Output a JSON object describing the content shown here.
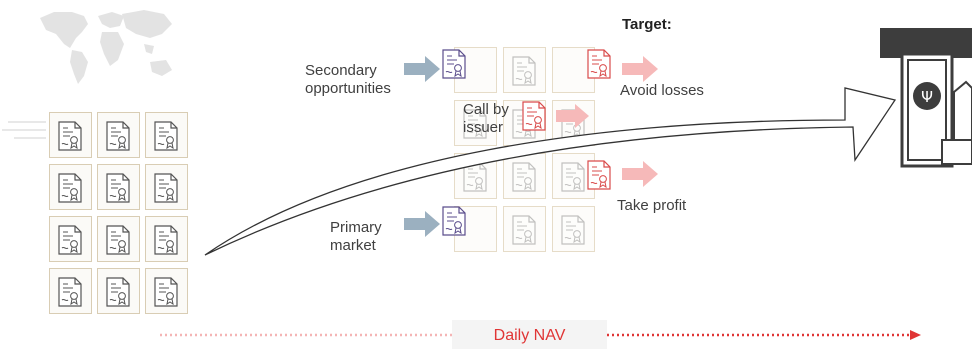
{
  "labels": {
    "target": "Target:",
    "secondary": "Secondary\nopportunities",
    "call_by_issuer": "Call by\nissuer",
    "avoid_losses": "Avoid losses",
    "take_profit": "Take profit",
    "primary": "Primary\nmarket",
    "daily_nav": "Daily NAV"
  },
  "colors": {
    "grey_arrow": "#9bb0c0",
    "pink_arrow": "#f6b9b9",
    "red": "#e03535",
    "cert_red": "#d94b4b",
    "cert_purple": "#5b4e8c",
    "cert_grey": "#555555"
  },
  "icons": {
    "world_map": "world-map-icon",
    "certificate": "certificate-icon",
    "atm_withdrawal": "cash-withdrawal-icon"
  }
}
